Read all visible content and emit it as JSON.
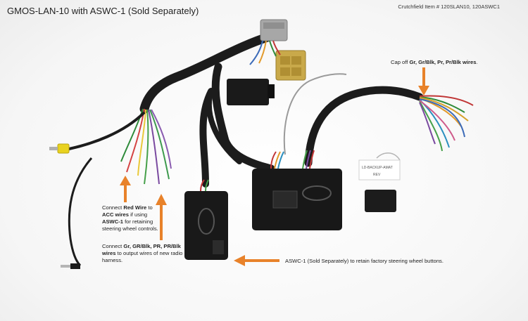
{
  "header": {
    "title": "GMOS-LAN-10 with ASWC-1 (Sold Separately)",
    "item_number": "Crutchfield Item # 120SLAN10, 120ASWC1"
  },
  "notes": {
    "cap_off": {
      "pre": "Cap off ",
      "bold": "Gr, Gr/Blk, Pr, Pr/Blk wires",
      "post": "."
    },
    "red_wire": {
      "t1": "Connect ",
      "b1": "Red Wire",
      "t2": " to ",
      "b2": "ACC wires",
      "t3": " if using ",
      "b3": "ASWC-1",
      "t4": " for retaining steering wheel controls."
    },
    "gr_wires": {
      "t1": "Connect ",
      "b1": "Gr, GR/Blk, PR, PR/Blk wires",
      "t2": " to output wires of new radio harness."
    },
    "aswc": "ASWC-1 (Sold Separately) to retain factory steering wheel buttons."
  },
  "labels": {
    "backup_chip_line1": "LD-BACKUP-AMAT",
    "backup_chip_line2": "REV"
  },
  "colors": {
    "arrow": "#e8822a",
    "harness": "#1c1c1c",
    "module": "#181818",
    "connector_tan": "#c9a94a",
    "connector_gray": "#a7a7a7",
    "rca_yellow": "#e9d21f"
  }
}
